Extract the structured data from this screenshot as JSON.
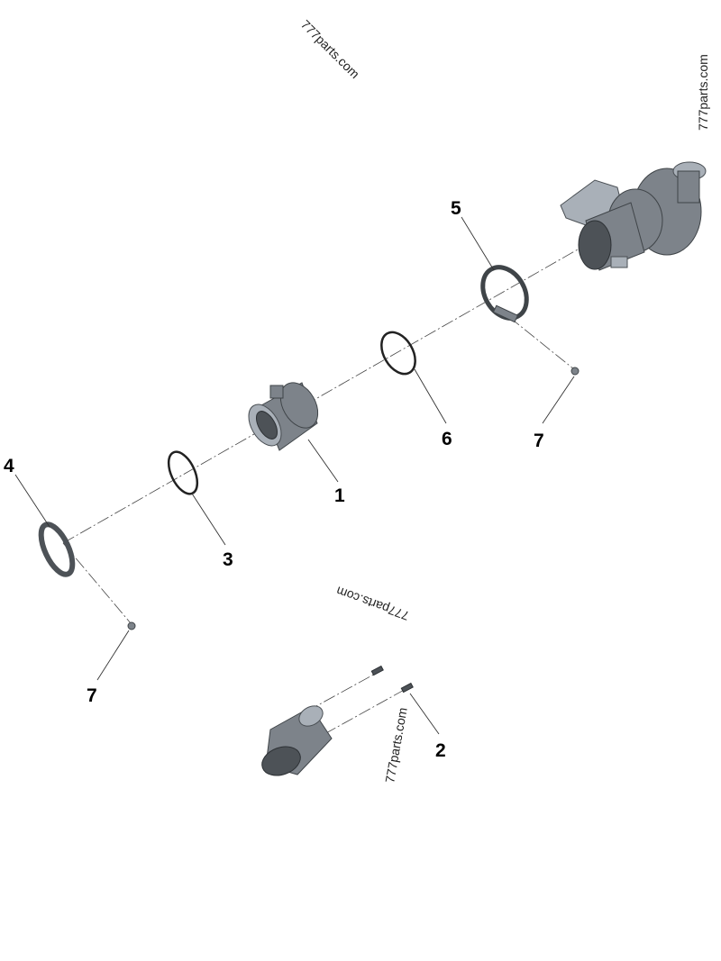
{
  "watermark": "777parts.com",
  "callouts": {
    "part_1": "1",
    "part_2": "2",
    "part_3": "3",
    "part_4": "4",
    "part_5": "5",
    "part_6": "6",
    "part_7_upper": "7",
    "part_7_lower": "7"
  },
  "colors": {
    "part_body": "#7d838a",
    "part_dark": "#4d5257",
    "background": "#ffffff"
  }
}
